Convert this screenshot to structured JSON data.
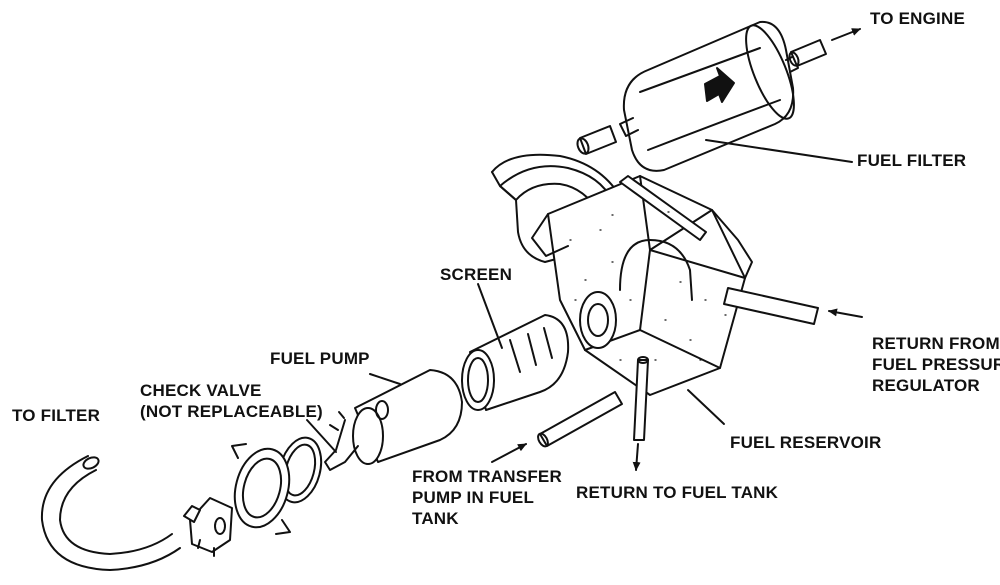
{
  "labels": {
    "to_engine": "TO ENGINE",
    "fuel_filter": "FUEL FILTER",
    "screen": "SCREEN",
    "return_from": [
      "RETURN FROM",
      "FUEL PRESSURE",
      "REGULATOR"
    ],
    "fuel_pump": "FUEL PUMP",
    "check_valve": [
      "CHECK VALVE",
      "(NOT REPLACEABLE)"
    ],
    "to_filter": "TO FILTER",
    "fuel_reservoir": "FUEL RESERVOIR",
    "from_transfer": [
      "FROM TRANSFER",
      "PUMP IN FUEL",
      "TANK"
    ],
    "return_to_tank": "RETURN TO FUEL TANK"
  },
  "colors": {
    "ink": "#111111",
    "paper": "#ffffff"
  }
}
